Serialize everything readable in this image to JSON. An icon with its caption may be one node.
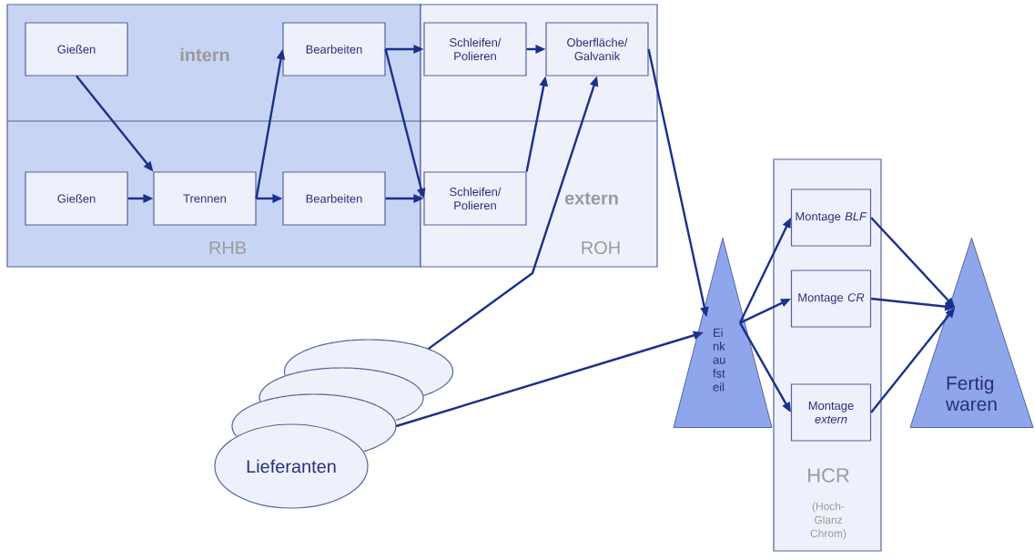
{
  "diagram": {
    "nodes": [
      {
        "text": [
          "RHB"
        ]
      },
      {
        "text": [
          "ROH"
        ]
      },
      {
        "text": [
          "Gießen"
        ],
        "in": 0
      },
      {
        "text": [
          "Bearbeiten"
        ],
        "in": 0
      },
      {
        "text": [
          "Schleifen/ Polieren"
        ],
        "in": 1
      },
      {
        "text": [
          "Oberfläche/ Galvanik"
        ],
        "in": 1
      },
      {
        "text": [
          "Gießen"
        ],
        "in": 0
      },
      {
        "text": [
          "Trennen"
        ],
        "in": 0
      },
      {
        "text": [
          "Bearbeiten"
        ],
        "in": 0
      },
      {
        "text": [
          "Schleifen/ Polieren"
        ],
        "in": 1
      },
      {
        "text": [],
        "shape": "ellipse"
      },
      {
        "text": [],
        "shape": "ellipse"
      },
      {
        "text": [],
        "shape": "ellipse"
      },
      {
        "text": [
          "Lieferanten"
        ]
      },
      {
        "text": [
          "Ei nk au fst eil"
        ]
      },
      {
        "text": [
          "HCR",
          "(Hoch-Glanz Chrom)"
        ]
      },
      {
        "text": [
          "Montage *BLF*"
        ],
        "in": 15
      },
      {
        "text": [
          "Montage *CR*"
        ],
        "in": 15
      },
      {
        "text": [
          "Montage *extern*"
        ],
        "in": 15
      },
      {
        "text": [
          "Fertig waren"
        ]
      }
    ],
    "edges": [
      {
        "from": 2,
        "to": 7,
        "arrow": "to"
      },
      {
        "from": 6,
        "to": 7,
        "arrow": "to"
      },
      {
        "from": 7,
        "to": 3,
        "arrow": "to"
      },
      {
        "from": 7,
        "to": 8,
        "arrow": "to"
      },
      {
        "from": 3,
        "to": 4,
        "arrow": "to"
      },
      {
        "from": 3,
        "to": 9,
        "arrow": "to"
      },
      {
        "from": 8,
        "to": 9,
        "arrow": "to"
      },
      {
        "from": 4,
        "to": 5,
        "arrow": "to"
      },
      {
        "from": 9,
        "to": 5,
        "arrow": "to"
      },
      {
        "from": 10,
        "to": 5,
        "arrow": "to"
      },
      {
        "from": 5,
        "to": 14,
        "arrow": "to"
      },
      {
        "from": 12,
        "to": 14,
        "arrow": "to"
      },
      {
        "from": 14,
        "to": 16,
        "arrow": "to"
      },
      {
        "from": 14,
        "to": 17,
        "arrow": "to"
      },
      {
        "from": 14,
        "to": 18,
        "arrow": "to"
      },
      {
        "from": 16,
        "to": 19,
        "arrow": "to"
      },
      {
        "from": 17,
        "to": 19,
        "arrow": "to"
      },
      {
        "from": 18,
        "to": 19,
        "arrow": "to"
      }
    ],
    "labels": [
      "intern",
      "extern"
    ]
  }
}
